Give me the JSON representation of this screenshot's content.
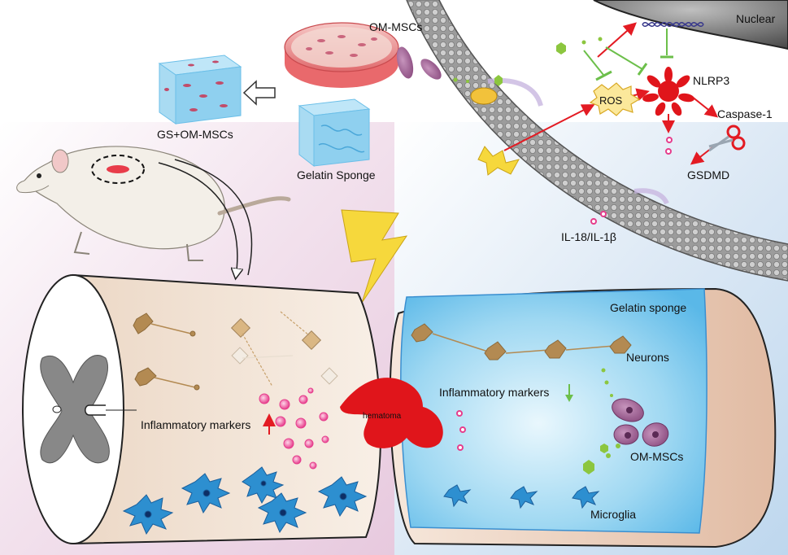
{
  "labels": {
    "om_mscs_top": "OM-MSCs",
    "gs_om_mscs": "GS+OM-MSCs",
    "gelatin_sponge_top": "Gelatin Sponge",
    "nuclear": "Nuclear",
    "ros": "ROS",
    "nlrp3": "NLRP3",
    "caspase1": "Caspase-1",
    "gsdmd": "GSDMD",
    "il18": "IL-18/IL-1β",
    "gelatin_sponge_panel": "Gelatin sponge",
    "neurons": "Neurons",
    "inflammatory_left": "Inflammatory markers",
    "inflammatory_right": "Inflammatory markers",
    "hematoma": "hematoma",
    "om_mscs_bottom": "OM-MSCs",
    "microglia": "Microglia"
  },
  "colors": {
    "pink_bg": "#ecd5e6",
    "blue_bg": "#cfe3f3",
    "sponge_blue": "#a9dbf2",
    "cell_purple": "#9a5a8e",
    "neuron_brown": "#b38a52",
    "microglia_blue": "#2d8fd0",
    "hematoma_red": "#e0151b",
    "marker_pink": "#e63d8c",
    "arrow_red": "#e31b23",
    "arrow_green": "#6cbf4a",
    "lightning_yellow": "#f6d83c",
    "membrane_gray": "#8f8f8f"
  }
}
